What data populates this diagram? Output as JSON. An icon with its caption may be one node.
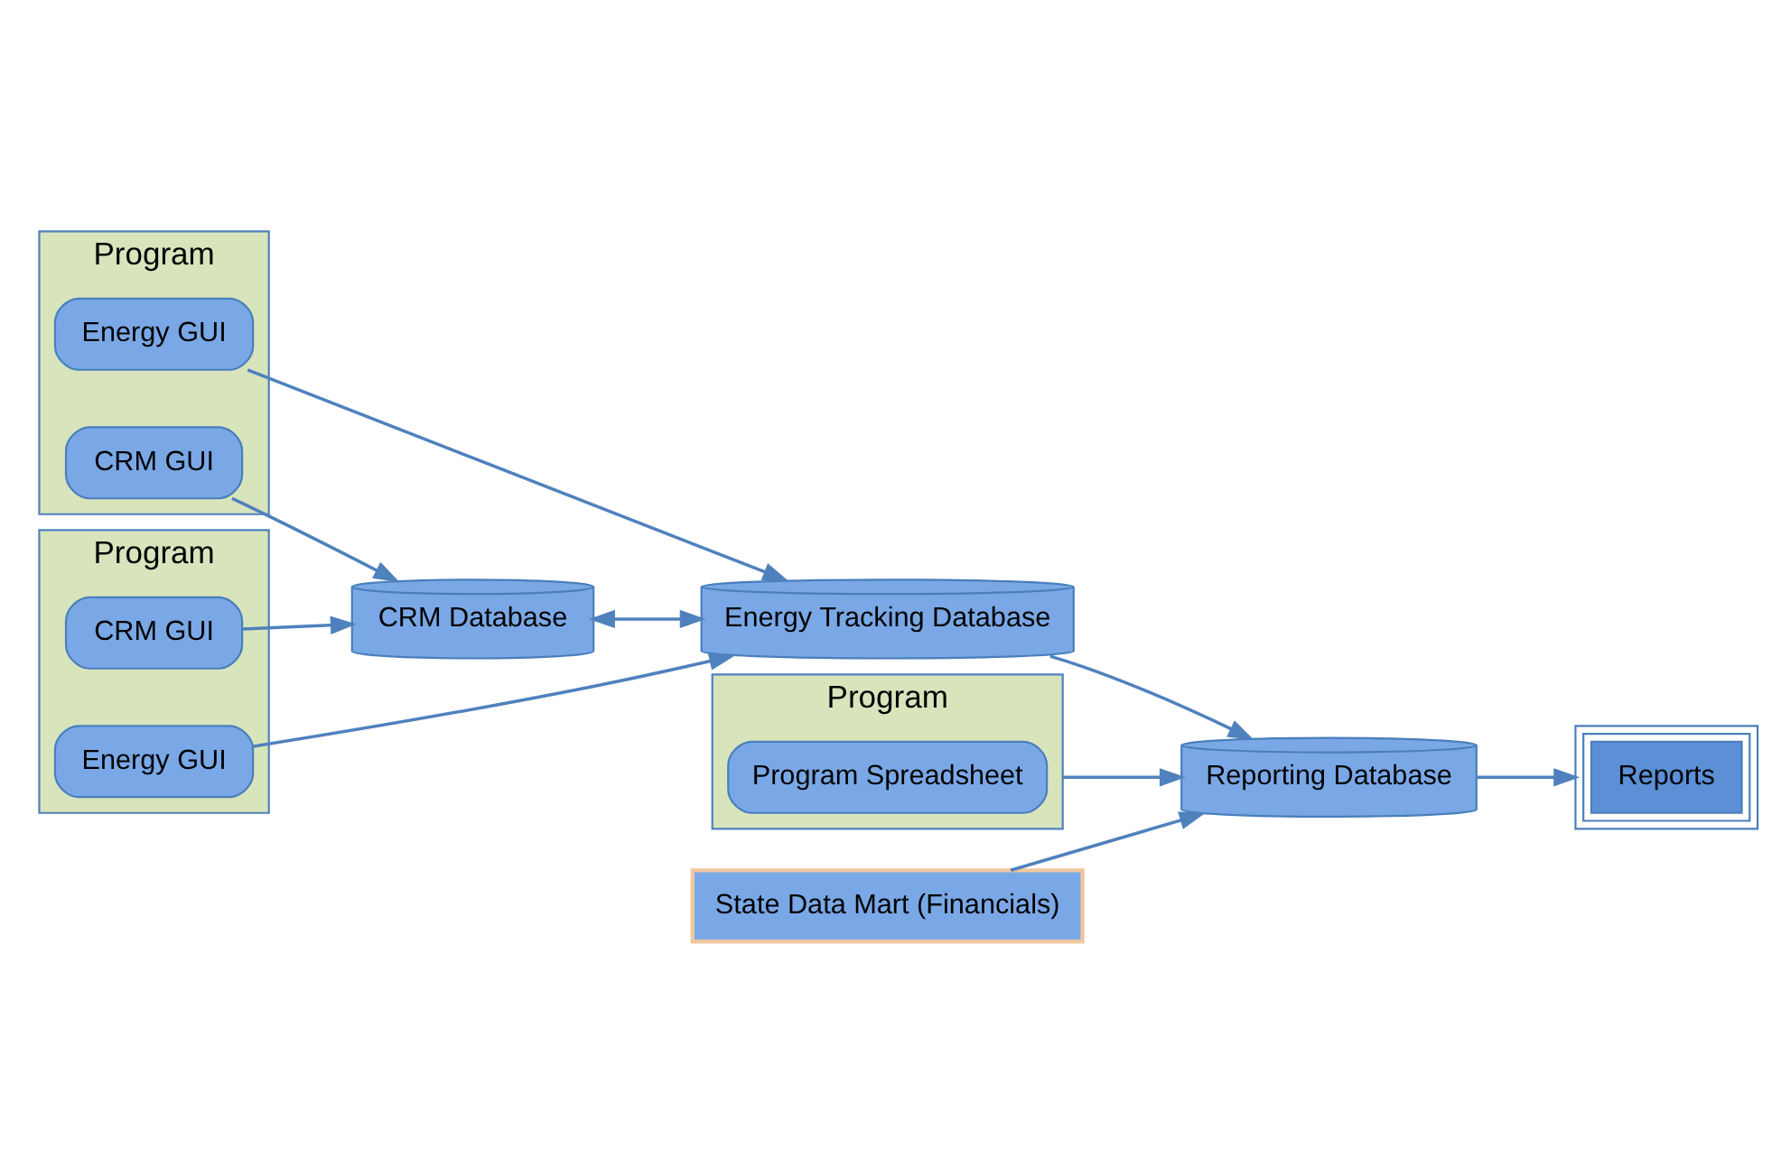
{
  "diagram": {
    "nodes": [
      {
        "text": [
          "Program"
        ]
      },
      {
        "text": [
          "CRM GUI"
        ],
        "in": 0
      },
      {
        "text": [
          "Energy GUI"
        ],
        "in": 0
      },
      {
        "text": [
          "Program"
        ]
      },
      {
        "text": [
          "Program Spreadsheet"
        ],
        "in": 3
      },
      {
        "text": [
          "Program"
        ]
      },
      {
        "text": [
          "CRM GUI"
        ],
        "in": 5
      },
      {
        "text": [
          "Energy GUI"
        ],
        "in": 5
      },
      {
        "text": [
          "Energy Tracking Database"
        ]
      },
      {
        "text": [
          "Reporting Database"
        ]
      },
      {
        "text": [
          "CRM Database"
        ]
      },
      {
        "text": [
          "State Data Mart (Financials)"
        ]
      },
      {
        "text": [
          "Reports"
        ]
      }
    ],
    "edges": [
      {
        "from": 2,
        "to": 8,
        "arrow": "to"
      },
      {
        "from": 7,
        "to": 8,
        "arrow": "to"
      },
      {
        "from": 1,
        "to": 10,
        "arrow": "to"
      },
      {
        "from": 6,
        "to": 10,
        "arrow": "to"
      },
      {
        "from": 10,
        "to": 8,
        "arrow": "both"
      },
      {
        "from": 8,
        "to": 9,
        "arrow": "to"
      },
      {
        "from": 3,
        "to": 9,
        "arrow": "to"
      },
      {
        "from": 11,
        "to": 9,
        "arrow": "to"
      },
      {
        "from": 9,
        "to": 12,
        "arrow": "to"
      }
    ]
  }
}
